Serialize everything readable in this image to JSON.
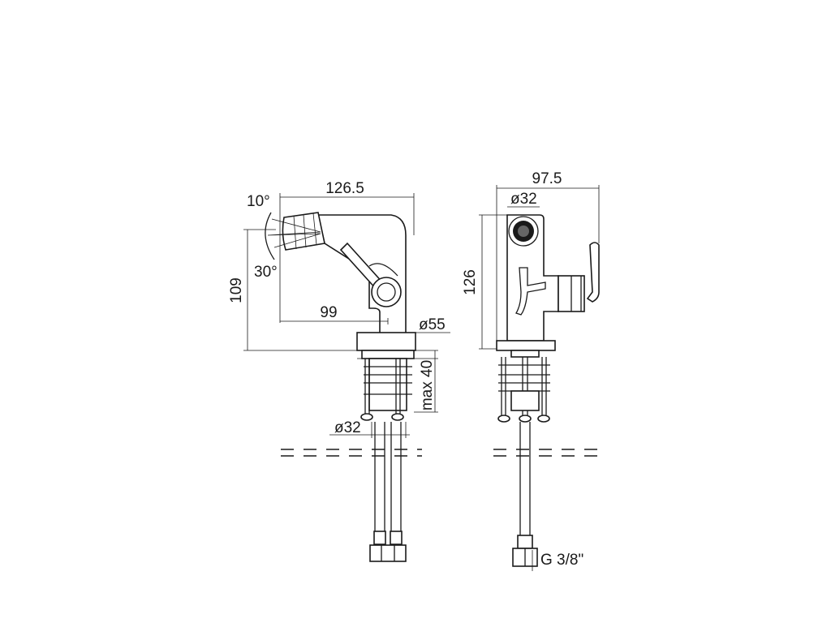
{
  "side_view": {
    "dim_width": "126.5",
    "dim_height": "109",
    "dim_spout": "99",
    "dim_base_diameter": "ø55",
    "dim_deck_thickness": "max 40",
    "dim_shank_diameter": "ø32",
    "angle_up": "10°",
    "angle_down": "30°"
  },
  "front_view": {
    "dim_width": "97.5",
    "dim_aerator_diameter": "ø32",
    "dim_height": "126",
    "dim_thread": "G 3/8\""
  }
}
